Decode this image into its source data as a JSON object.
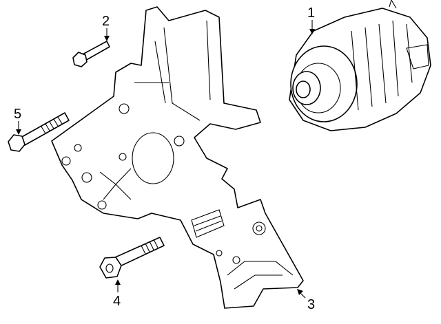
{
  "diagram": {
    "callouts": [
      {
        "id": "1",
        "part": "alternator"
      },
      {
        "id": "2",
        "part": "bolt"
      },
      {
        "id": "3",
        "part": "mounting-bracket"
      },
      {
        "id": "4",
        "part": "bolt"
      },
      {
        "id": "5",
        "part": "bolt"
      }
    ]
  }
}
